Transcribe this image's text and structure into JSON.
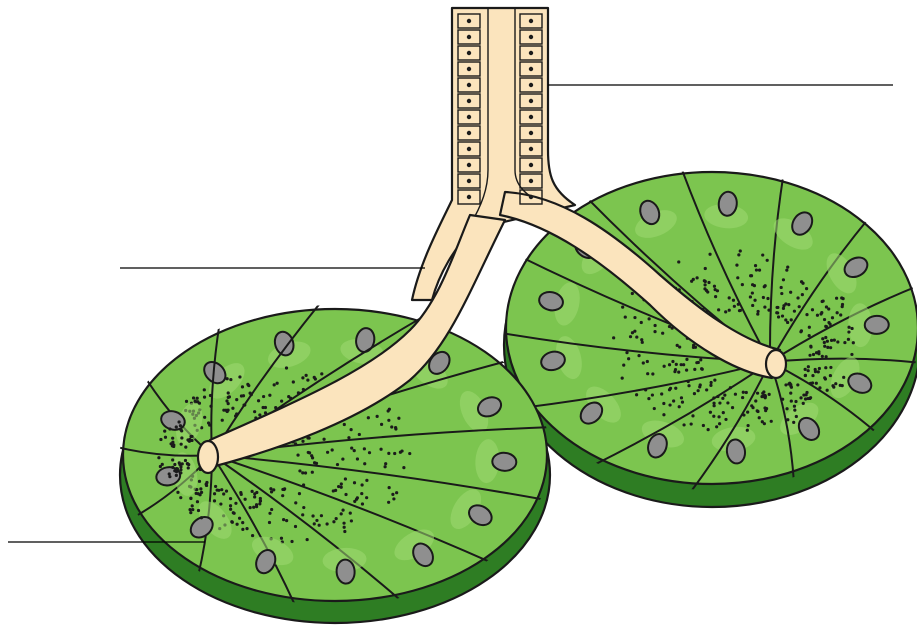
{
  "diagram": {
    "colors": {
      "background": "#ffffff",
      "cell_fill": "#7cc54f",
      "cell_fill_light": "#9fd873",
      "cell_shadow": "#3f9a2c",
      "base_dark": "#2e7d23",
      "duct_fill": "#fbe4bd",
      "nucleus_fill": "#8f8f8f",
      "granule": "#1b1b1b",
      "outline": "#1a1a1a"
    },
    "structures": [
      "duct",
      "left-acinus",
      "right-acinus"
    ],
    "leader_lines": 3,
    "labels": []
  }
}
